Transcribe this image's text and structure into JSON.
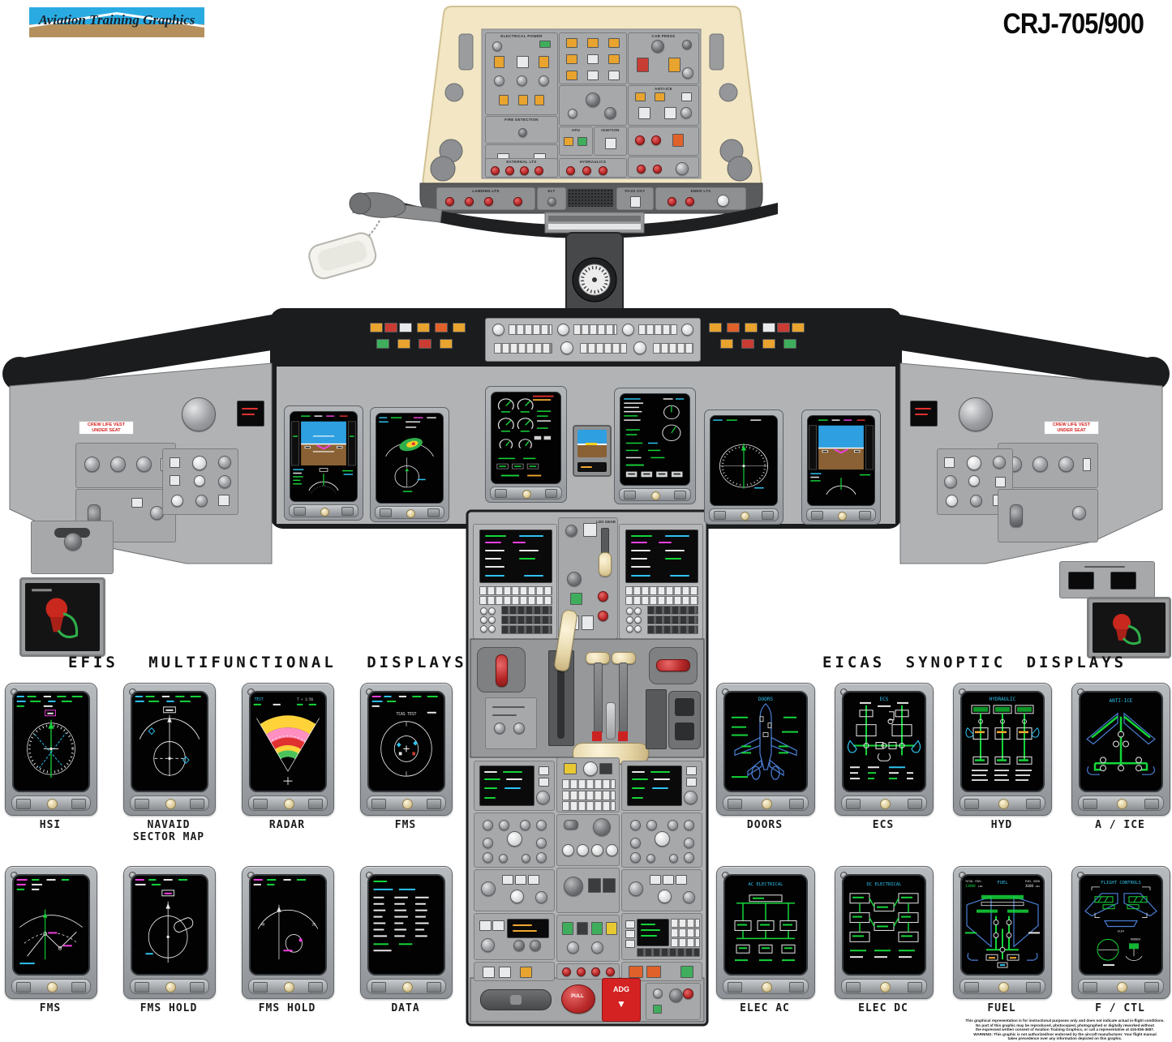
{
  "poster": {
    "logo": "Aviation Training Graphics",
    "title": "CRJ-705/900",
    "fine_print": [
      "This graphical representation is for instructional purposes only and does not indicate actual in-flight conditions.",
      "No part of this graphic may be reproduced, photocopied, photographed or digitally reworked without",
      "the expressed written consent of Aviation Training Graphics, or call a representative at 416-836-3687.",
      "WARNING: This graphic is not authorized/nor endorsed by the aircraft manufacturer. Your flight manual",
      "takes precedence over any information depicted on this graphic."
    ]
  },
  "colors": {
    "logo_blue": "#29abe2",
    "logo_tan": "#b5905c",
    "overhead_cream": "#f2e6c4",
    "panel_gray": "#b0b2b4",
    "screen_green": "#15d53a",
    "screen_cyan": "#2ec3f0",
    "screen_magenta": "#f040e0",
    "screen_amber": "#f0a830",
    "warning_red": "#e03030"
  },
  "stickers": {
    "life_vest_line1": "CREW LIFE VEST",
    "life_vest_line2": "UNDER SEAT"
  },
  "overhead": {
    "electrical_power": "ELECTRICAL POWER",
    "fire_detection": "FIRE DETECTION",
    "apu": "APU",
    "ignition": "IGNITION",
    "external_lts": "EXTERNAL LTS",
    "hydraulics": "HYDRAULICS",
    "anti_ice": "ANTI-ICE",
    "cab_press": "CAB PRESS",
    "landing_lts": "LANDING LTS",
    "elt": "ELT",
    "pass_oxy": "PASS OXY",
    "emer_lts": "EMER LTS"
  },
  "pedestal": {
    "ldg_gear": "LDG GEAR",
    "adg": "ADG",
    "adg_arrow": "▼",
    "pull": "PULL"
  },
  "efis": {
    "heading": "EFIS MULTIFUNCTIONAL DISPLAYS",
    "row1": [
      {
        "label": "HSI"
      },
      {
        "label": "NAVAID",
        "label2": "SECTOR MAP"
      },
      {
        "label": "RADAR",
        "screen_test": "TEST",
        "screen_time": "T + 1:56"
      },
      {
        "label": "FMS",
        "screen_title": "TCAS TEST"
      }
    ],
    "row2": [
      {
        "label": "FMS"
      },
      {
        "label": "FMS HOLD"
      },
      {
        "label": "FMS HOLD"
      },
      {
        "label": "DATA"
      }
    ]
  },
  "eicas": {
    "heading": "EICAS SYNOPTIC DISPLAYS",
    "row1": [
      {
        "label": "DOORS",
        "screen_title": "DOORS"
      },
      {
        "label": "ECS",
        "screen_title": "ECS"
      },
      {
        "label": "HYD",
        "screen_title": "HYDRAULIC"
      },
      {
        "label": "A / ICE",
        "screen_title": "ANTI-ICE"
      }
    ],
    "row2": [
      {
        "label": "ELEC AC",
        "screen_title": "AC ELECTRICAL"
      },
      {
        "label": "ELEC DC",
        "screen_title": "DC ELECTRICAL"
      },
      {
        "label": "FUEL",
        "screen_title": "FUEL",
        "total_label": "TOTAL FUEL",
        "total_value": "13000",
        "units": "LBS",
        "used_label": "FUEL USED",
        "used_value": "3600"
      },
      {
        "label": "F / CTL",
        "screen_title": "FLIGHT CONTROLS",
        "elev": "ELEV",
        "rudder": "RUDDER"
      }
    ]
  }
}
